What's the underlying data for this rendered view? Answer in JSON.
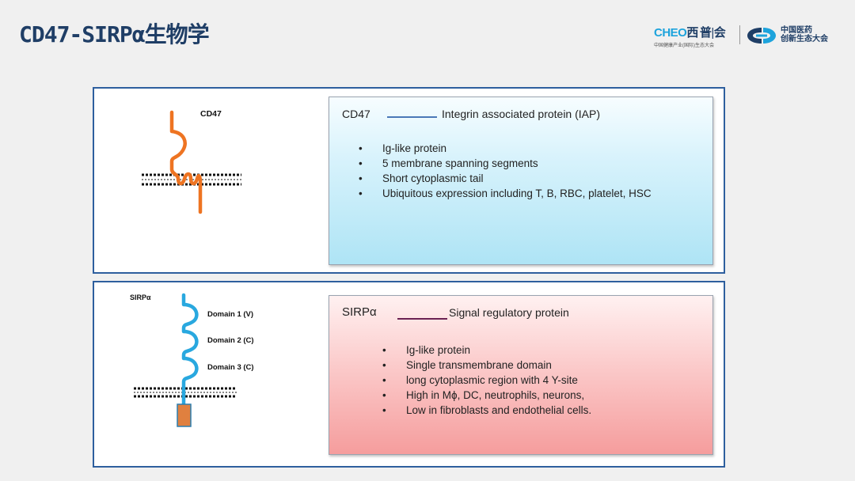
{
  "slide": {
    "title": "CD47-SIRPα生物学"
  },
  "logos": {
    "cheo_main": "CHEO",
    "cheo_cn1": "西",
    "cheo_cn2": "普",
    "cheo_cn3": "会",
    "cheo_sub": "中国健康产业(国际)生态大会",
    "eco_line1": "中国医药",
    "eco_line2": "创新生态大会"
  },
  "cd47": {
    "diagram_label": "CD47",
    "name": "CD47",
    "description": "Integrin associated protein (IAP)",
    "bullets": [
      "Ig-like protein",
      "5 membrane spanning segments",
      "Short cytoplasmic tail",
      "Ubiquitous expression including T, B, RBC, platelet,  HSC"
    ]
  },
  "sirpa": {
    "diagram_label": "SIRPα",
    "domains": [
      "Domain 1 (V)",
      "Domain 2 (C)",
      "Domain 3 (C)"
    ],
    "name": "SIRPα",
    "description": "Signal regulatory protein",
    "bullets": [
      "Ig-like protein",
      "Single transmembrane domain",
      "long cytoplasmic region with 4 Y-site",
      "High in Mϕ, DC, neutrophils, neurons,",
      "Low in fibroblasts and endothelial cells."
    ]
  },
  "colors": {
    "title": "#1f3e66",
    "panel_border": "#2e5f9e",
    "cd47_protein": "#ee7422",
    "sirpa_protein": "#29a8df",
    "sirpa_tail": "#e0803f",
    "cd47_line": "#4a78b8",
    "sirpa_line": "#6b2152"
  }
}
